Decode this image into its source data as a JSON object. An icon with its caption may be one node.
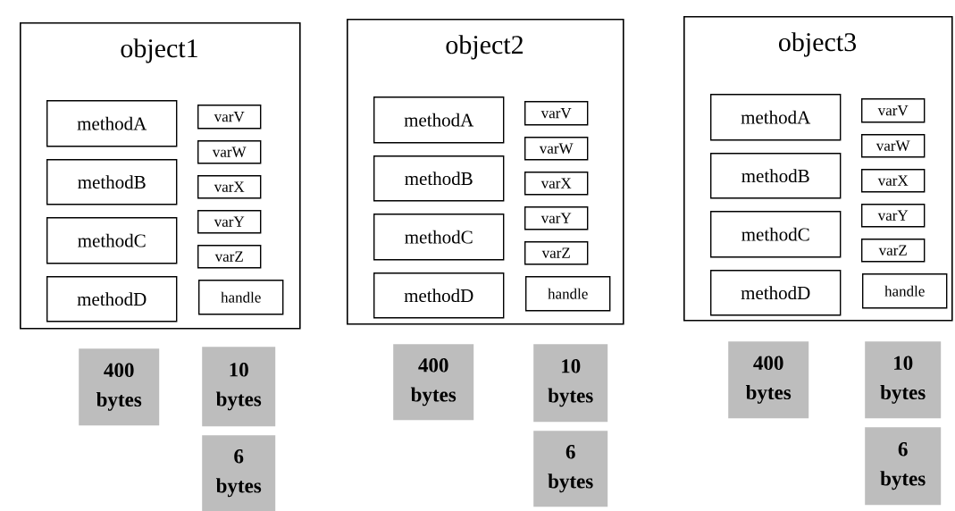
{
  "diagram": {
    "nodes": [
      {
        "text": [
          "object1"
        ]
      },
      {
        "text": [
          "methodA"
        ],
        "in": 0
      },
      {
        "text": [
          "methodB"
        ],
        "in": 0
      },
      {
        "text": [
          "methodC"
        ],
        "in": 0
      },
      {
        "text": [
          "methodD"
        ],
        "in": 0
      },
      {
        "text": [
          "varV"
        ],
        "in": 0
      },
      {
        "text": [
          "varW"
        ],
        "in": 0
      },
      {
        "text": [
          "varX"
        ],
        "in": 0
      },
      {
        "text": [
          "varY"
        ],
        "in": 0
      },
      {
        "text": [
          "varZ"
        ],
        "in": 0
      },
      {
        "text": [
          "handle"
        ],
        "in": 0
      },
      {
        "text": [
          "object2"
        ]
      },
      {
        "text": [
          "methodA"
        ],
        "in": 11
      },
      {
        "text": [
          "methodB"
        ],
        "in": 11
      },
      {
        "text": [
          "methodC"
        ],
        "in": 11
      },
      {
        "text": [
          "methodD"
        ],
        "in": 11
      },
      {
        "text": [
          "varV"
        ],
        "in": 11
      },
      {
        "text": [
          "varW"
        ],
        "in": 11
      },
      {
        "text": [
          "varX"
        ],
        "in": 11
      },
      {
        "text": [
          "varY"
        ],
        "in": 11
      },
      {
        "text": [
          "varZ"
        ],
        "in": 11
      },
      {
        "text": [
          "handle"
        ],
        "in": 11
      },
      {
        "text": [
          "object3"
        ]
      },
      {
        "text": [
          "methodA"
        ],
        "in": 22
      },
      {
        "text": [
          "methodB"
        ],
        "in": 22
      },
      {
        "text": [
          "methodC"
        ],
        "in": 22
      },
      {
        "text": [
          "methodD"
        ],
        "in": 22
      },
      {
        "text": [
          "varV"
        ],
        "in": 22
      },
      {
        "text": [
          "varW"
        ],
        "in": 22
      },
      {
        "text": [
          "varX"
        ],
        "in": 22
      },
      {
        "text": [
          "varY"
        ],
        "in": 22
      },
      {
        "text": [
          "varZ"
        ],
        "in": 22
      },
      {
        "text": [
          "handle"
        ],
        "in": 22
      },
      {
        "text": [
          "400 bytes"
        ]
      },
      {
        "text": [
          "10 bytes"
        ]
      },
      {
        "text": [
          "6 bytes"
        ]
      },
      {
        "text": [
          "400 bytes"
        ]
      },
      {
        "text": [
          "10 bytes"
        ]
      },
      {
        "text": [
          "6 bytes"
        ]
      },
      {
        "text": [
          "400 bytes"
        ]
      },
      {
        "text": [
          "10 bytes"
        ]
      },
      {
        "text": [
          "6 bytes"
        ]
      }
    ]
  }
}
